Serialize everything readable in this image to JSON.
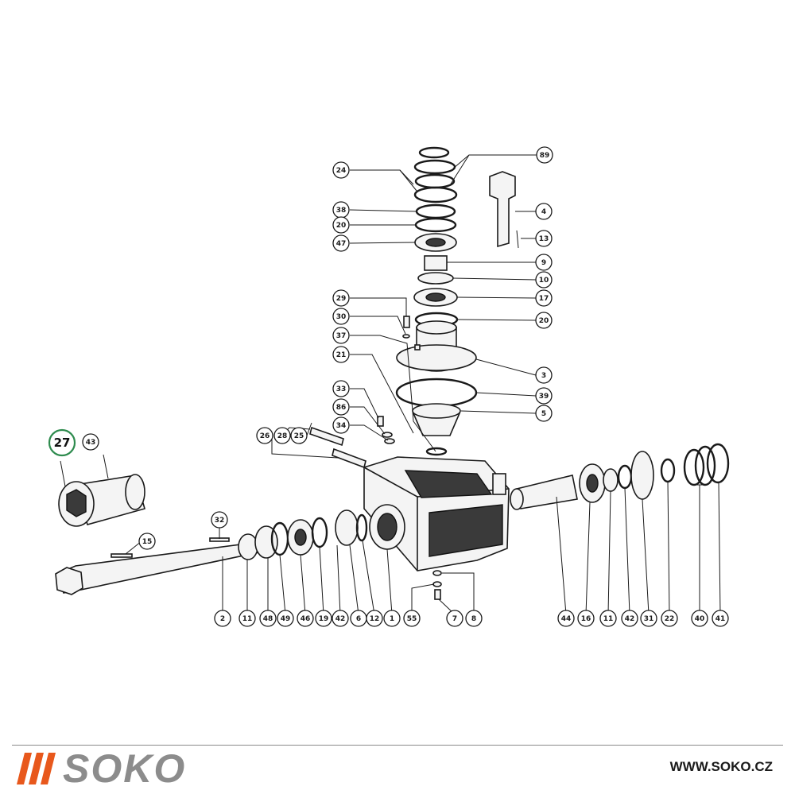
{
  "brand": {
    "name": "SOKO",
    "url": "WWW.SOKO.CZ",
    "accent_color": "#e8581c",
    "text_color": "#8c8c8c"
  },
  "highlight": {
    "label": "27",
    "color": "#2e8b4e"
  },
  "labels": [
    "89",
    "24",
    "4",
    "38",
    "20",
    "47",
    "13",
    "9",
    "10",
    "17",
    "29",
    "20",
    "30",
    "37",
    "3",
    "21",
    "39",
    "33",
    "5",
    "86",
    "34",
    "28",
    "25",
    "26",
    "43",
    "32",
    "15",
    "2",
    "11",
    "48",
    "49",
    "46",
    "19",
    "42",
    "6",
    "12",
    "1",
    "55",
    "7",
    "8",
    "44",
    "16",
    "11",
    "42",
    "31",
    "22",
    "40",
    "41"
  ]
}
